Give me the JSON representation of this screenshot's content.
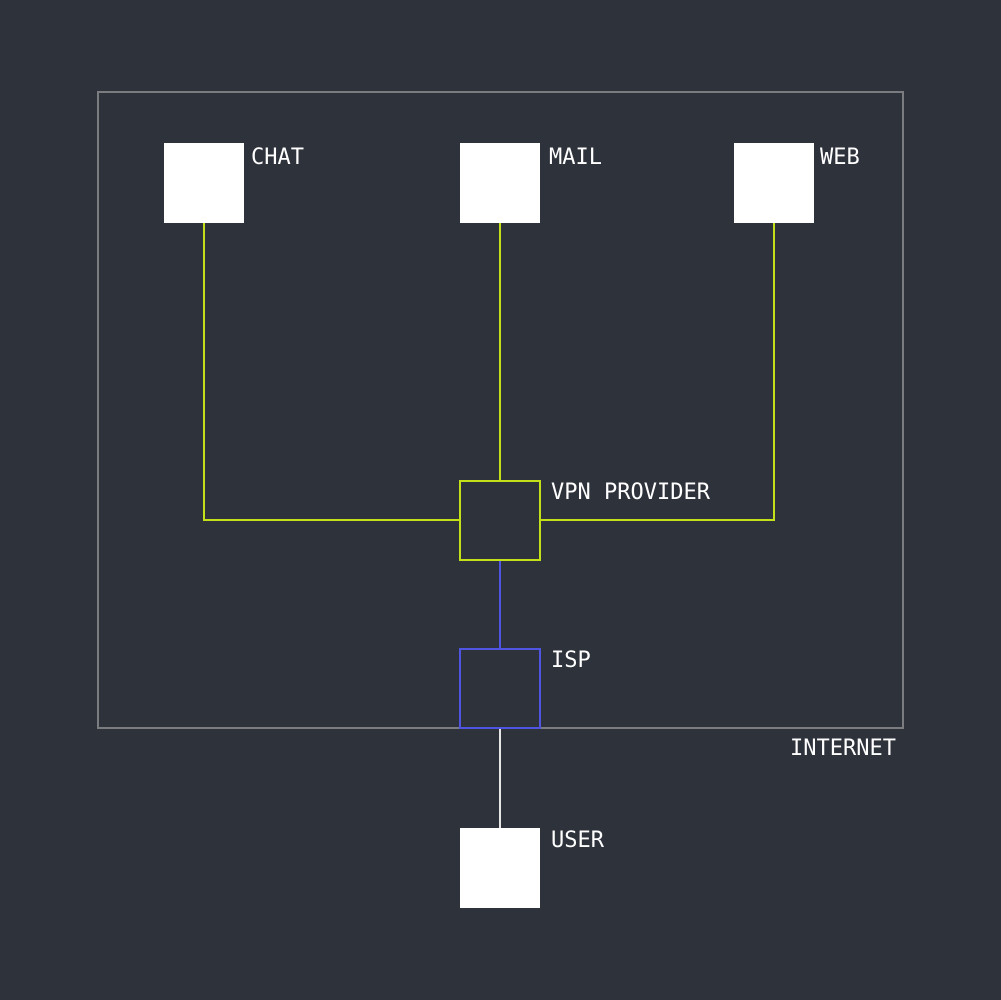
{
  "colors": {
    "background": "#2e323b",
    "internet_border": "#7a7c80",
    "vpn_link": "#c3e019",
    "isp_link": "#4f55e0",
    "user_link": "#e6e6e6",
    "node_fill": "#ffffff"
  },
  "internet": {
    "label": "INTERNET"
  },
  "nodes": {
    "chat": {
      "label": "CHAT"
    },
    "mail": {
      "label": "MAIL"
    },
    "web": {
      "label": "WEB"
    },
    "vpn": {
      "label": "VPN PROVIDER"
    },
    "isp": {
      "label": "ISP"
    },
    "user": {
      "label": "USER"
    }
  }
}
